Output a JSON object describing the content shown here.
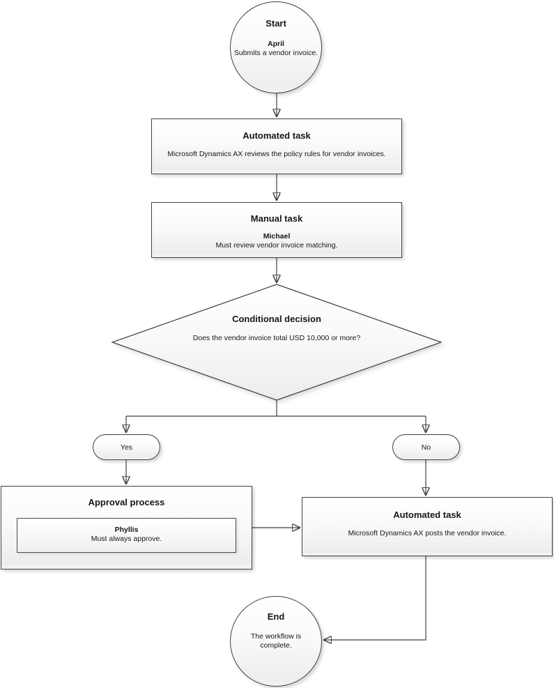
{
  "nodes": {
    "start": {
      "type": "start",
      "title": "Start",
      "actor": "April",
      "description": "Submits a vendor invoice."
    },
    "review_policy_task": {
      "type": "automated-task",
      "title": "Automated task",
      "description": "Microsoft Dynamics AX reviews the policy rules for vendor invoices."
    },
    "manual_task": {
      "type": "manual-task",
      "title": "Manual task",
      "actor": "Michael",
      "description": "Must review vendor invoice matching."
    },
    "decision": {
      "type": "conditional-decision",
      "title": "Conditional decision",
      "description": "Does the vendor invoice total USD 10,000 or more?"
    },
    "yes_branch": {
      "type": "branch",
      "label": "Yes"
    },
    "no_branch": {
      "type": "branch",
      "label": "No"
    },
    "approval_process": {
      "type": "approval-process",
      "title": "Approval process",
      "step": {
        "actor": "Phyllis",
        "description": "Must always approve."
      }
    },
    "post_invoice_task": {
      "type": "automated-task",
      "title": "Automated task",
      "description": "Microsoft Dynamics AX posts the vendor invoice."
    },
    "end": {
      "type": "end",
      "title": "End",
      "description": "The workflow is complete."
    }
  },
  "edges": [
    {
      "from": "start",
      "to": "review_policy_task"
    },
    {
      "from": "review_policy_task",
      "to": "manual_task"
    },
    {
      "from": "manual_task",
      "to": "decision"
    },
    {
      "from": "decision",
      "to": "yes_branch"
    },
    {
      "from": "decision",
      "to": "no_branch"
    },
    {
      "from": "yes_branch",
      "to": "approval_process"
    },
    {
      "from": "no_branch",
      "to": "post_invoice_task"
    },
    {
      "from": "approval_process",
      "to": "post_invoice_task"
    },
    {
      "from": "post_invoice_task",
      "to": "end"
    }
  ],
  "colors": {
    "background": "#ffffff",
    "shape_border": "#404040",
    "connector": "#3f3f3f",
    "fill_top": "#ffffff",
    "fill_bottom": "#ededed",
    "text": "#161616"
  }
}
